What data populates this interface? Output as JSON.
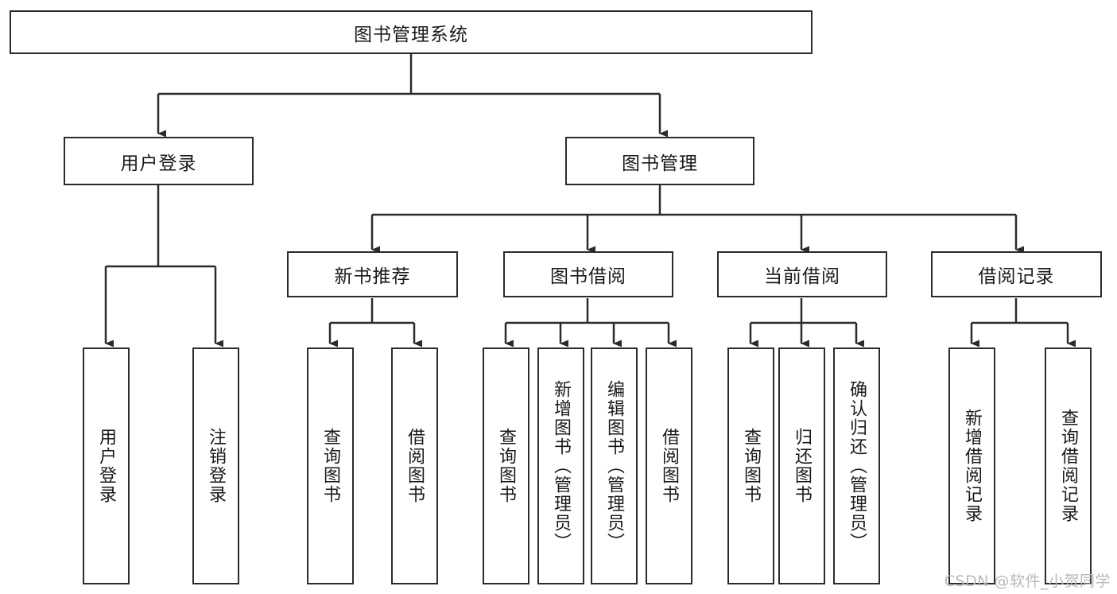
{
  "diagram": {
    "title": "图书管理系统",
    "type": "tree-hierarchy",
    "watermark": "CSDN @软件_小贺同学",
    "nodes": {
      "root": {
        "label": "图书管理系统"
      },
      "level1": [
        {
          "id": "user-login",
          "label": "用户登录"
        },
        {
          "id": "book-manage",
          "label": "图书管理"
        }
      ],
      "level2": [
        {
          "id": "new-book-recommend",
          "label": "新书推荐"
        },
        {
          "id": "book-borrow",
          "label": "图书借阅"
        },
        {
          "id": "current-borrow",
          "label": "当前借阅"
        },
        {
          "id": "borrow-record",
          "label": "借阅记录"
        }
      ],
      "leaves": [
        {
          "id": "leaf-user-login",
          "label": "用户登录"
        },
        {
          "id": "leaf-logout-login",
          "label": "注销登录"
        },
        {
          "id": "leaf-query-book-1",
          "label": "查询图书"
        },
        {
          "id": "leaf-borrow-book-1",
          "label": "借阅图书"
        },
        {
          "id": "leaf-query-book-2",
          "label": "查询图书"
        },
        {
          "id": "leaf-add-book-admin",
          "label": "新增图书（管理员）"
        },
        {
          "id": "leaf-edit-book-admin",
          "label": "编辑图书（管理员）"
        },
        {
          "id": "leaf-borrow-book-2",
          "label": "借阅图书"
        },
        {
          "id": "leaf-query-book-3",
          "label": "查询图书"
        },
        {
          "id": "leaf-return-book",
          "label": "归还图书"
        },
        {
          "id": "leaf-confirm-return-admin",
          "label": "确认归还（管理员）"
        },
        {
          "id": "leaf-add-borrow-record",
          "label": "新增借阅记录"
        },
        {
          "id": "leaf-query-borrow-record",
          "label": "查询借阅记录"
        }
      ]
    },
    "colors": {
      "stroke": "#2b2b2b",
      "fill": "#ffffff",
      "text": "#1a1a1a",
      "watermark": "#b9b9b9"
    }
  }
}
